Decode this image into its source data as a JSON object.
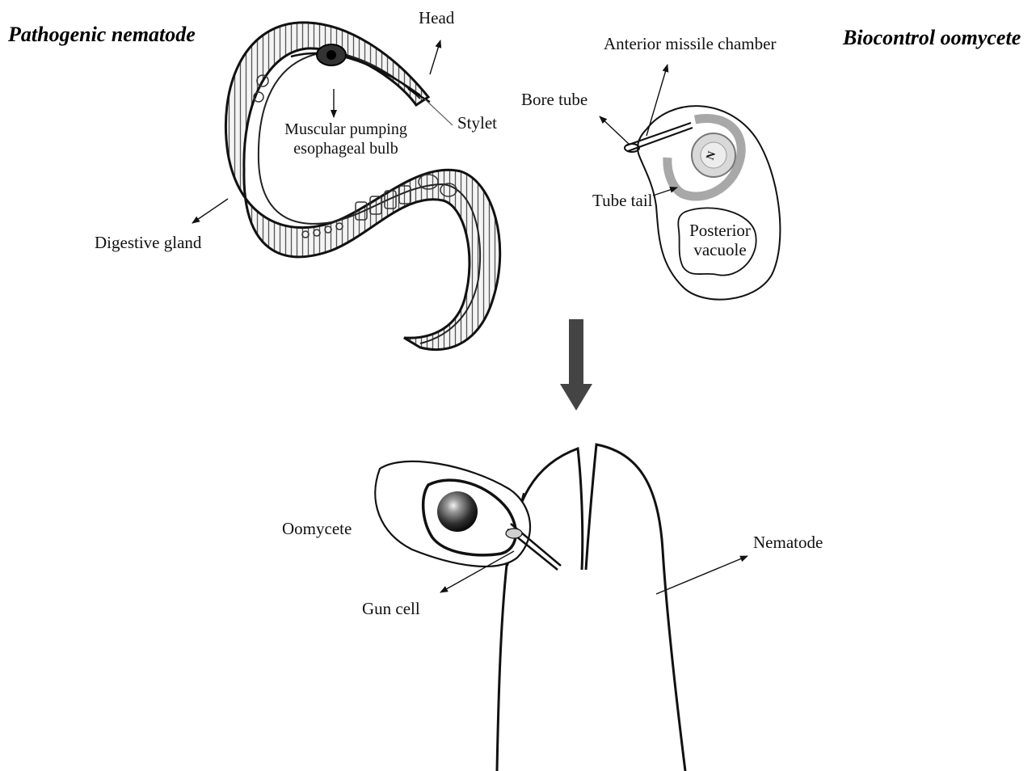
{
  "titles": {
    "left": "Pathogenic nematode",
    "right": "Biocontrol oomycete"
  },
  "nematode_labels": {
    "head": "Head",
    "stylet": "Stylet",
    "bulb_line1": "Muscular pumping",
    "bulb_line2": "esophageal bulb",
    "digestive_gland": "Digestive gland"
  },
  "oomycete_labels": {
    "anterior_missile_chamber": "Anterior missile chamber",
    "bore_tube": "Bore tube",
    "tube_tail": "Tube tail",
    "posterior_vacuole_line1": "Posterior",
    "posterior_vacuole_line2": "vacuole",
    "nucleus": "N"
  },
  "attack_labels": {
    "oomycete": "Oomycete",
    "gun_cell": "Gun cell",
    "nematode": "Nematode"
  },
  "colors": {
    "ink": "#111111",
    "arrow_fill": "#444444",
    "tube_gray": "#a8a8a8",
    "nucleus_gray": "#d9d9d9"
  }
}
